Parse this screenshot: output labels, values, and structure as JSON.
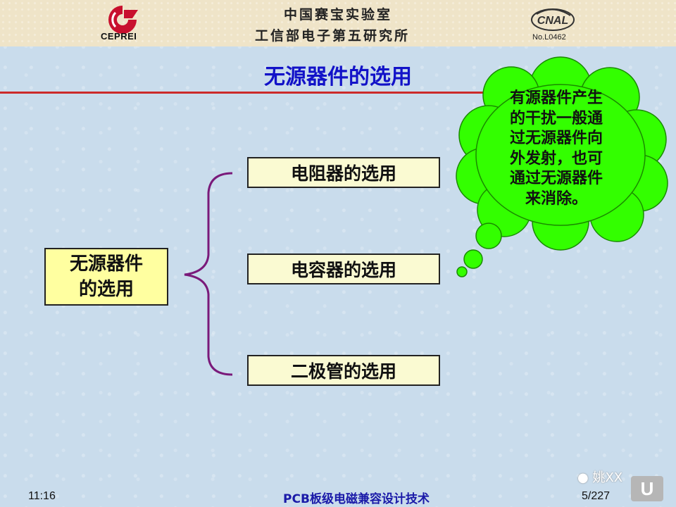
{
  "header": {
    "org_line1": "中国赛宝实验室",
    "org_line2": "工信部电子第五研究所",
    "logo_left_text": "CEPREI",
    "logo_right_text": "No.L0462",
    "logo_right_mark": "CNAL"
  },
  "slide": {
    "title": "无源器件的选用",
    "root": {
      "line1": "无源器件",
      "line2": "的选用"
    },
    "items": [
      {
        "label": "电阻器的选用"
      },
      {
        "label": "电容器的选用"
      },
      {
        "label": "二极管的选用"
      }
    ],
    "callout_lines": [
      "有源器件产生",
      "的干扰一般通",
      "过无源器件向",
      "外发射，也可",
      "通过无源器件",
      "来消除。"
    ]
  },
  "footer": {
    "time": "11:16",
    "title": "PCB板级电磁兼容设计技术",
    "page": "5/227",
    "watermark": "姚XX"
  },
  "colors": {
    "title": "#1212c8",
    "callout_fill": "#33ff00",
    "brace": "#7a1a7a",
    "root_box_fill": "#ffffa0",
    "title_rule": "#cc2a2a"
  },
  "icons": {
    "logo_left": "ceprei-logo",
    "logo_right": "cnal-logo",
    "watermark_icon": "wechat-icon"
  }
}
